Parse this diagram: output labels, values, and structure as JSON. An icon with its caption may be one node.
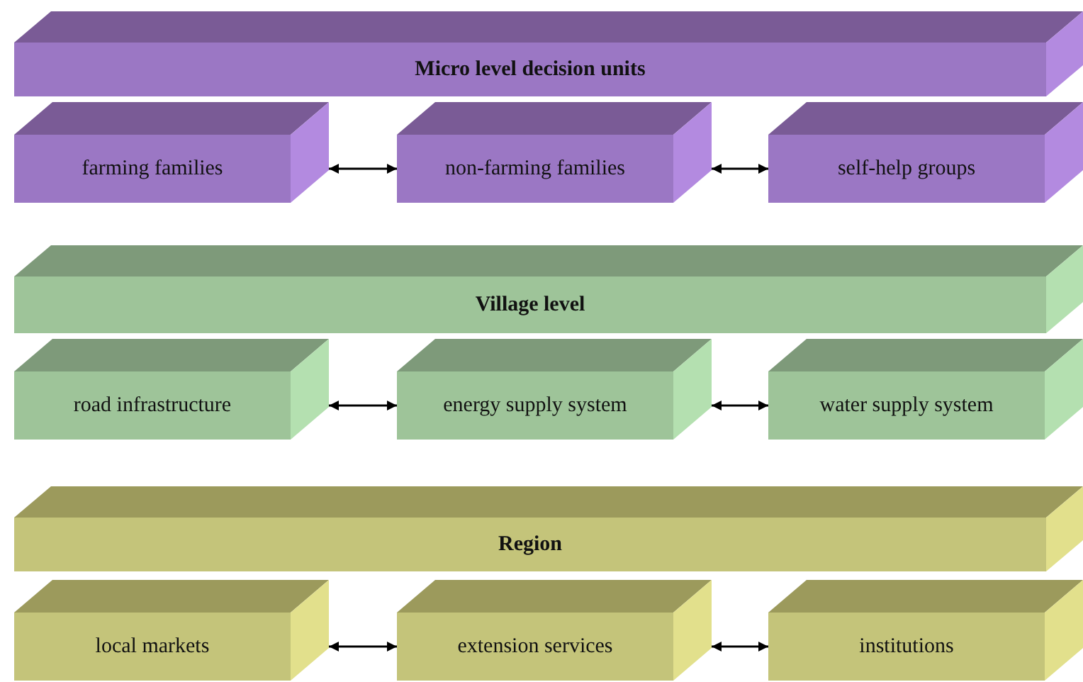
{
  "diagram": {
    "nodes": [
      {
        "text": [
          "Micro level decision units"
        ]
      },
      {
        "text": [
          "farming families"
        ]
      },
      {
        "text": [
          "non-farming families"
        ]
      },
      {
        "text": [
          "self-help groups"
        ]
      },
      {
        "text": [
          "Village level"
        ]
      },
      {
        "text": [
          "road infrastructure"
        ]
      },
      {
        "text": [
          "energy supply system"
        ]
      },
      {
        "text": [
          "water supply system"
        ]
      },
      {
        "text": [
          "Region"
        ]
      },
      {
        "text": [
          "local markets"
        ]
      },
      {
        "text": [
          "extension services"
        ]
      },
      {
        "text": [
          "institutions"
        ]
      }
    ],
    "edges": [
      {
        "from": 1,
        "to": 2,
        "arrow": "both"
      },
      {
        "from": 2,
        "to": 3,
        "arrow": "both"
      },
      {
        "from": 5,
        "to": 6,
        "arrow": "both"
      },
      {
        "from": 6,
        "to": 7,
        "arrow": "both"
      },
      {
        "from": 9,
        "to": 10,
        "arrow": "both"
      },
      {
        "from": 10,
        "to": 11,
        "arrow": "both"
      }
    ]
  }
}
